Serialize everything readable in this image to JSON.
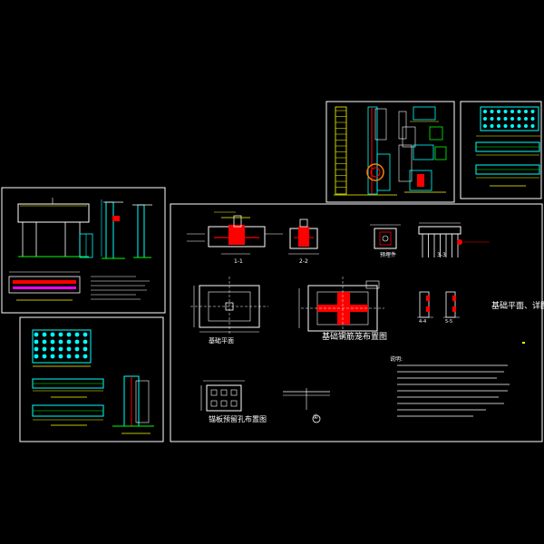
{
  "labels": {
    "main_plan_title": "基础平面、详图",
    "foundation_plan": "基础平面",
    "rebar_layout": "基础钢筋笼布置图",
    "anchor_plate": "锚板预留孔布置图",
    "embedded_part": "预埋件",
    "section_1": "1-1",
    "section_2": "2-2",
    "section_3": "3-3",
    "section_4": "4-4",
    "section_5": "5-5",
    "notes_heading": "说明:",
    "circle_mark": "①"
  },
  "colors": {
    "background": "#000000",
    "frame": "#ffffff",
    "cyan": "#00ffff",
    "green": "#00ff00",
    "red": "#ff0000",
    "yellow": "#ffff00",
    "magenta": "#ff00ff",
    "white": "#ffffff"
  }
}
